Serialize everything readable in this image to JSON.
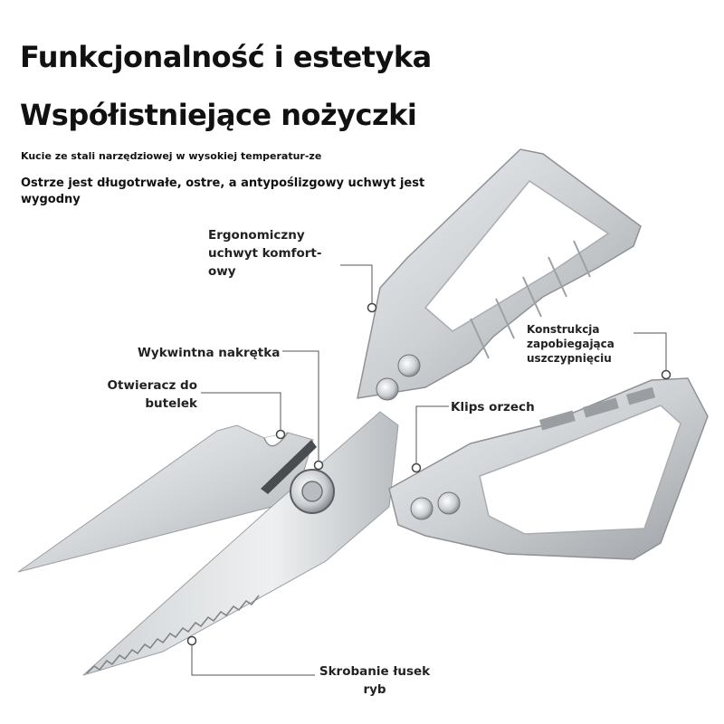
{
  "title_line1": "Funkcjonalność i estetyka",
  "title_line2": "Współistniejące nożyczki",
  "subtitle_small": "Kucie ze stali narzędziowej w wysokiej temperatur-ze",
  "subtitle_main": "Ostrze jest długotrwałe, ostre, a antypoślizgowy uchwyt jest wygodny",
  "callouts": {
    "ergonomic_handle": "Ergonomiczny uchwyt komfort-owy",
    "nut": "Wykwintna nakrętka",
    "bottle_opener": "Otwieracz do butelek",
    "anti_pinch": "Konstrukcja zapobiegająca uszczypnięciu",
    "nut_clip": "Klips orzech",
    "fish_scaler": "Skrobanie łusek ryb"
  },
  "colors": {
    "text": "#111111",
    "leader_line": "#555555",
    "metal_light": "#e2e4e6",
    "metal_mid": "#c4c7ca",
    "metal_dark": "#8e9296"
  }
}
